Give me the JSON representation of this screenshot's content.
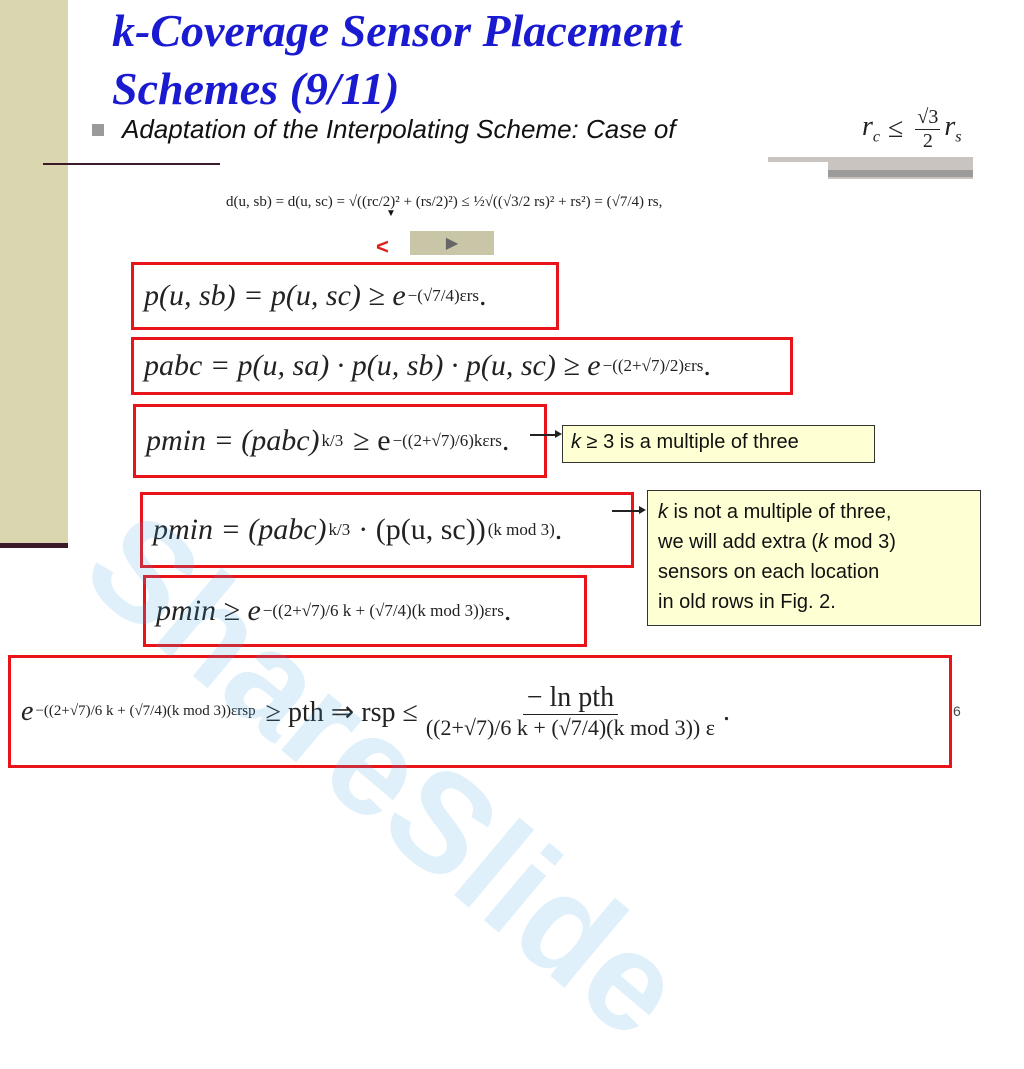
{
  "slide": {
    "title_line1": "k-Coverage Sensor Placement",
    "title_line2": "Schemes (9/11)",
    "bullet": "Adaptation of the Interpolating Scheme: Case of",
    "page_number": "6",
    "watermark": "ShareSlide"
  },
  "condition": {
    "lhs": "r",
    "lhs_sub": "c",
    "op": "≤",
    "frac_num": "√3",
    "frac_den": "2",
    "rhs": "r",
    "rhs_sub": "s"
  },
  "distance_eq": "d(u, sb) = d(u, sc) = √((rc/2)² + (rs/2)²) ≤ ½√((√3/2 rs)² + rs²) = (√7/4) rs,",
  "navigation": {
    "lt_symbol": "<",
    "play_icon": "▶",
    "down_marker": "▼"
  },
  "equations": {
    "eq1_lhs": "p(u, sb) = p(u, sc) ≥ e",
    "eq1_exp": "−(√7/4)εrs",
    "eq1_tail": ".",
    "eq2_lhs": "pabc = p(u, sa) · p(u, sb) · p(u, sc) ≥ e",
    "eq2_exp": "−((2+√7)/2)εrs",
    "eq2_tail": ".",
    "eq3_lhs": "pmin = (pabc)",
    "eq3_pow": "k/3",
    "eq3_mid": "≥ e",
    "eq3_exp": "−((2+√7)/6)kεrs",
    "eq3_tail": ".",
    "eq4_lhs": "pmin = (pabc)",
    "eq4_pow": "k/3",
    "eq4_mid": "· (p(u, sc))",
    "eq4_exp": "(k mod 3)",
    "eq4_tail": ".",
    "eq5_lhs": "pmin ≥ e",
    "eq5_exp": "−((2+√7)/6 k + (√7/4)(k mod 3))εrs",
    "eq5_tail": ".",
    "eq6_lhs": "e",
    "eq6_exp": "−((2+√7)/6 k + (√7/4)(k mod 3))εrsp",
    "eq6_mid": "≥ pth ⇒ rsp ≤",
    "eq6_num": "− ln pth",
    "eq6_den": "((2+√7)/6 k + (√7/4)(k mod 3)) ε",
    "eq6_tail": "."
  },
  "notes": {
    "note1_k": "k",
    "note1_text": " ≥ 3 is a multiple of three",
    "note2_k": "k",
    "note2_line1": " is not a multiple of three,",
    "note2_line2a": "we will add extra (",
    "note2_k2": "k",
    "note2_line2b": " mod 3)",
    "note2_line3": "sensors on each location",
    "note2_line4": "in old rows in Fig. 2."
  },
  "colors": {
    "title": "#1a1ad0",
    "equation_border": "#e8141a",
    "note_bg": "#ffffd4",
    "sidebar": "#d9d6b0"
  }
}
